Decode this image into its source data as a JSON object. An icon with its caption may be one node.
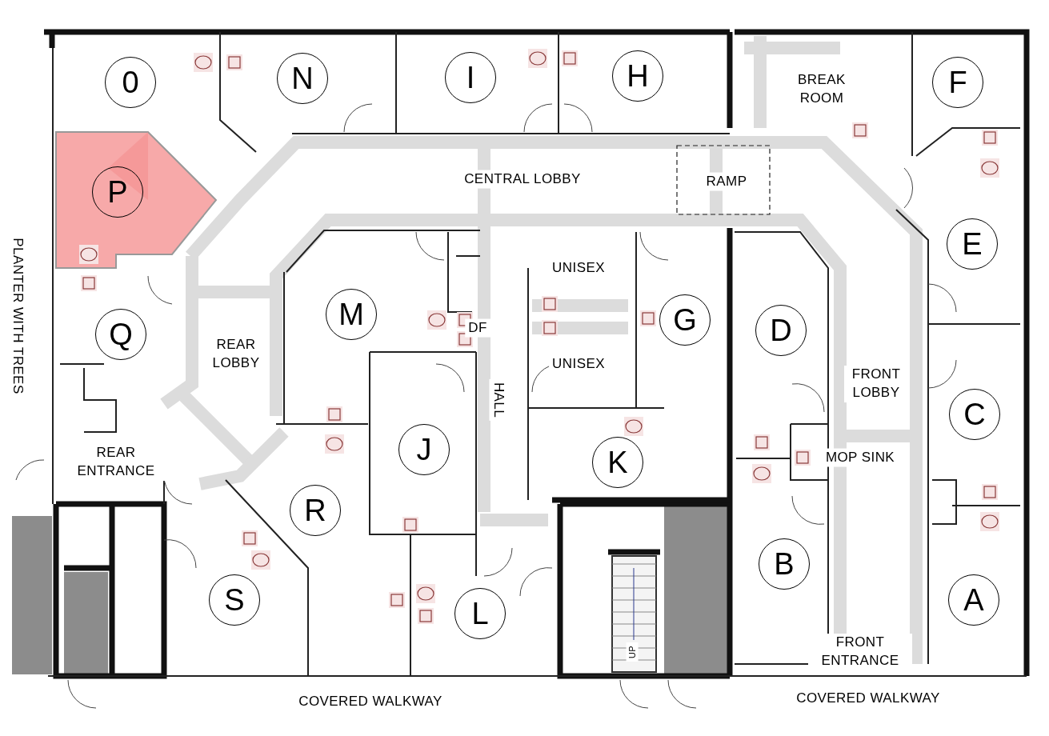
{
  "diagram": {
    "nodes": [
      {
        "text": [
          "0"
        ]
      },
      {
        "text": [
          "N"
        ]
      },
      {
        "text": [
          "I"
        ]
      },
      {
        "text": [
          "H"
        ]
      },
      {
        "text": [
          "F"
        ]
      },
      {
        "text": [
          "P"
        ]
      },
      {
        "text": [
          "E"
        ]
      },
      {
        "text": [
          "Q"
        ]
      },
      {
        "text": [
          "M"
        ]
      },
      {
        "text": [
          "G"
        ]
      },
      {
        "text": [
          "D"
        ]
      },
      {
        "text": [
          "C"
        ]
      },
      {
        "text": [
          "J"
        ]
      },
      {
        "text": [
          "K"
        ]
      },
      {
        "text": [
          "R"
        ]
      },
      {
        "text": [
          "S"
        ]
      },
      {
        "text": [
          "L"
        ]
      },
      {
        "text": [
          "B"
        ]
      },
      {
        "text": [
          "A"
        ]
      }
    ],
    "labels": [
      "BREAK ROOM",
      "CENTRAL LOBBY",
      "RAMP",
      "PLANTER WITH TREES",
      "UNISEX",
      "DF",
      "REAR LOBBY",
      "UNISEX",
      "FRONT LOBBY",
      "HALL",
      "MOP SINK",
      "REAR ENTRANCE",
      "UP",
      "FRONT ENTRANCE",
      "COVERED WALKWAY",
      "COVERED WALKWAY"
    ]
  }
}
